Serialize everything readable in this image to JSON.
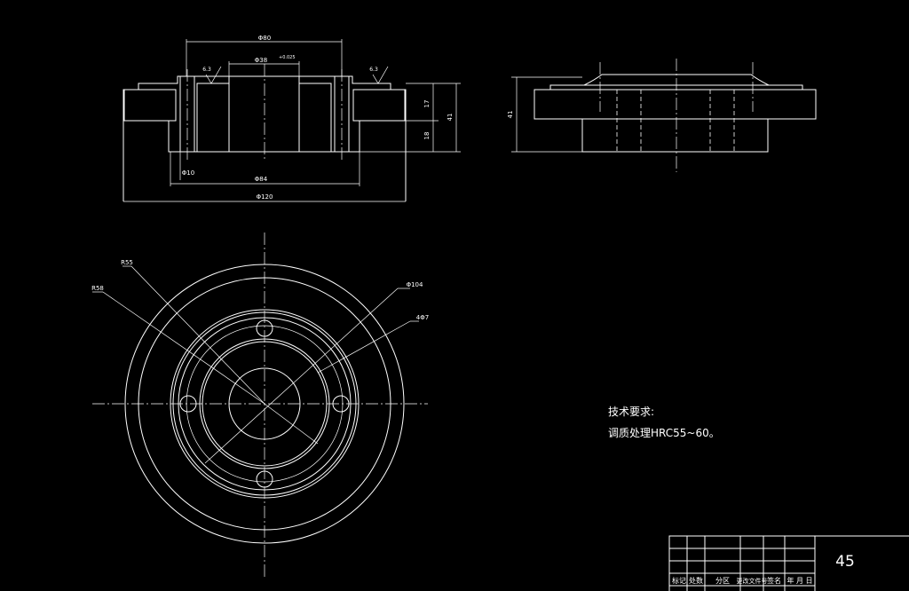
{
  "front_view": {
    "dims": {
      "top_width": "Φ80",
      "bore": "Φ38",
      "bore_tol": "+0.025",
      "hole_bottom": "Φ10",
      "mid_width": "Φ84",
      "overall": "Φ120",
      "h1": "17",
      "h2": "18",
      "h3": "41"
    },
    "roughness_left": "6.3",
    "roughness_right": "6.3"
  },
  "side_view": {
    "height_label": "41"
  },
  "plan_view": {
    "callouts": {
      "r1": "R55",
      "r2": "R58",
      "r3": "Φ104",
      "r4": "4Φ7"
    }
  },
  "notes": {
    "title": "技术要求:",
    "line1": "调质处理HRC55~60。"
  },
  "title_block": {
    "material": "45",
    "headers": [
      "标记",
      "处数",
      "分区",
      "更改文件号",
      "签名",
      "年 月 日"
    ]
  }
}
